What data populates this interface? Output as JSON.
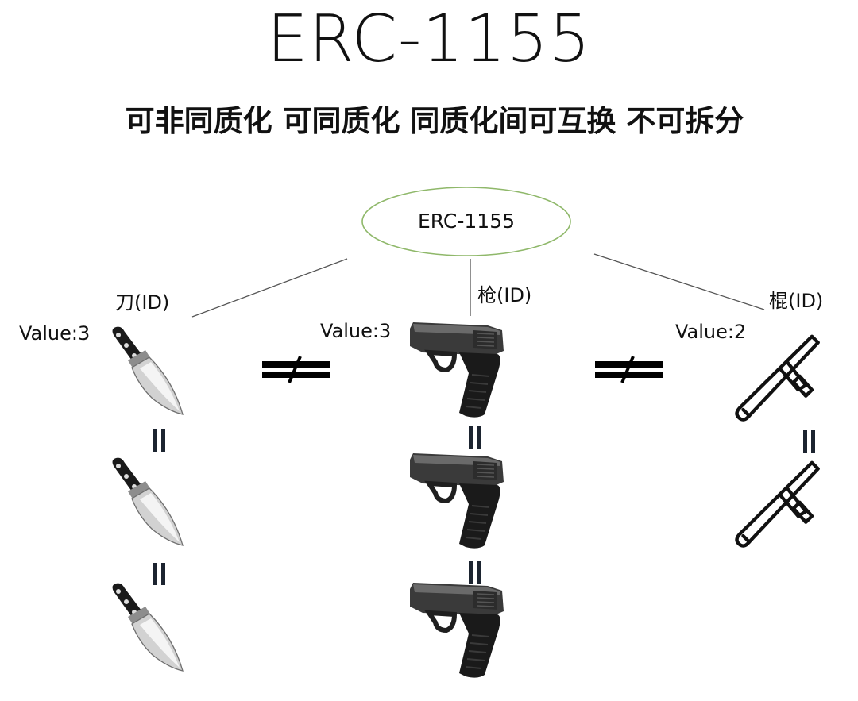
{
  "title": "ERC-1155",
  "subtitle": "可非同质化 可同质化 同质化间可互换 不可拆分",
  "root": {
    "label": "ERC-1155"
  },
  "items": [
    {
      "name_label": "刀(ID)",
      "value_label": "Value:3",
      "icon": "kitchen-knife-icon",
      "count": 3
    },
    {
      "name_label": "枪(ID)",
      "value_label": "Value:3",
      "icon": "pistol-icon",
      "count": 3
    },
    {
      "name_label": "棍(ID)",
      "value_label": "Value:2",
      "icon": "baton-icon",
      "count": 2
    }
  ],
  "colors": {
    "ellipse_stroke": "#8fb86a",
    "connector": "#555555",
    "equals_sign": "#1c2430",
    "not_equal_sign": "#000000"
  }
}
